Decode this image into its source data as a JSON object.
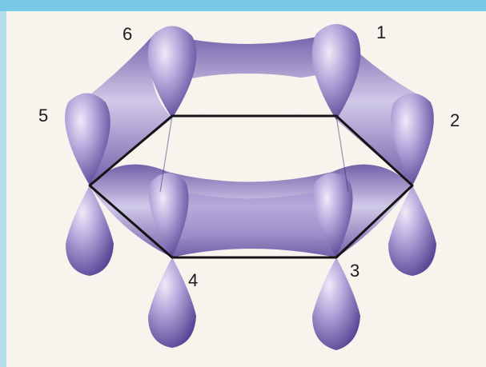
{
  "diagram": {
    "atom_labels": [
      "1",
      "2",
      "3",
      "4",
      "5",
      "6"
    ]
  },
  "colors": {
    "page_background": "#f7f4ee",
    "top_band": "#78c9e4",
    "orbital_dark": "#5e4a99",
    "orbital_mid": "#8f7fc2",
    "orbital_light": "#d3cbea",
    "ring_line": "#141414"
  }
}
